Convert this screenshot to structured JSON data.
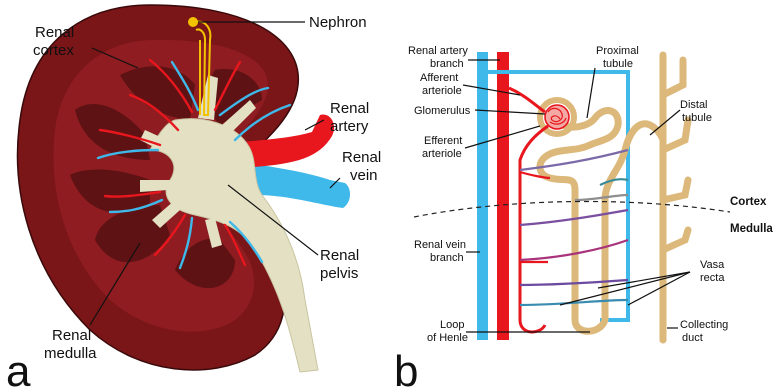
{
  "panel_a": {
    "letter": "a",
    "labels": {
      "nephron": "Nephron",
      "renal_cortex_1": "Renal",
      "renal_cortex_2": "cortex",
      "renal_artery_1": "Renal",
      "renal_artery_2": "artery",
      "renal_vein_1": "Renal",
      "renal_vein_2": "vein",
      "renal_pelvis_1": "Renal",
      "renal_pelvis_2": "pelvis",
      "renal_medulla_1": "Renal",
      "renal_medulla_2": "medulla"
    }
  },
  "panel_b": {
    "letter": "b",
    "labels": {
      "renal_artery_branch_1": "Renal artery",
      "renal_artery_branch_2": "branch",
      "afferent_1": "Afferent",
      "afferent_2": "arteriole",
      "glomerulus": "Glomerulus",
      "efferent_1": "Efferent",
      "efferent_2": "arteriole",
      "proximal_1": "Proximal",
      "proximal_2": "tubule",
      "distal_1": "Distal",
      "distal_2": "tubule",
      "cortex": "Cortex",
      "medulla": "Medulla",
      "renal_vein_branch_1": "Renal vein",
      "renal_vein_branch_2": "branch",
      "vasa_recta_1": "Vasa",
      "vasa_recta_2": "recta",
      "loop_1": "Loop",
      "loop_2": "of Henle",
      "collecting_1": "Collecting",
      "collecting_2": "duct"
    }
  },
  "colors": {
    "kidney_outer": "#7a1518",
    "kidney_inner": "#8e1c20",
    "pyramid": "#5e1214",
    "pelvis": "#e3e0c4",
    "artery": "#e8161d",
    "vein": "#3fb8ea",
    "nephron": "#f2c200",
    "tubule": "#dcb87a"
  }
}
